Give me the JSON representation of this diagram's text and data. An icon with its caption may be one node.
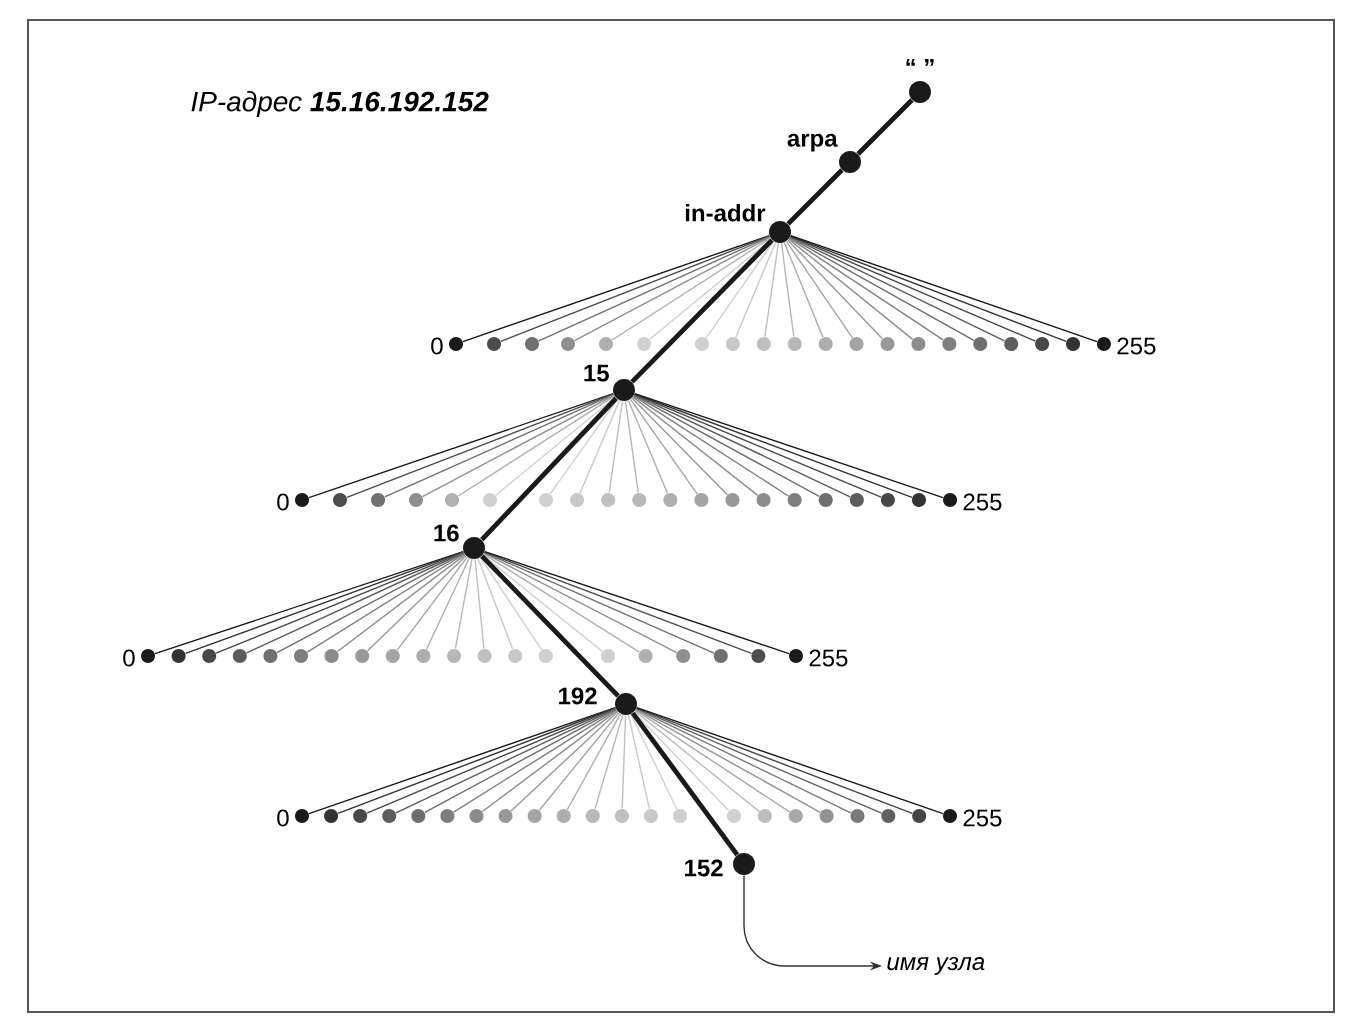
{
  "diagram": {
    "labels": [
      "IP-адрес **15.16.192.152**"
    ],
    "nodes": [
      {
        "text": [],
        "shape": "circle",
        "beside": [
          "“ ”"
        ]
      },
      {
        "text": [],
        "shape": "circle",
        "beside": [
          "arpa"
        ]
      },
      {
        "text": [],
        "shape": "circle",
        "beside": [
          "in-addr"
        ]
      },
      {
        "text": [],
        "shape": "circle",
        "beside": [
          "0"
        ]
      },
      {
        "text": [],
        "shape": "circle"
      },
      {
        "text": [],
        "shape": "circle"
      },
      {
        "text": [],
        "shape": "circle"
      },
      {
        "text": [],
        "shape": "circle"
      },
      {
        "text": [],
        "shape": "circle"
      },
      {
        "text": [],
        "shape": "circle"
      },
      {
        "text": [],
        "shape": "circle"
      },
      {
        "text": [],
        "shape": "circle"
      },
      {
        "text": [],
        "shape": "circle"
      },
      {
        "text": [],
        "shape": "circle"
      },
      {
        "text": [],
        "shape": "circle"
      },
      {
        "text": [],
        "shape": "circle"
      },
      {
        "text": [],
        "shape": "circle"
      },
      {
        "text": [],
        "shape": "circle"
      },
      {
        "text": [],
        "shape": "circle"
      },
      {
        "text": [],
        "shape": "circle"
      },
      {
        "text": [],
        "shape": "circle"
      },
      {
        "text": [],
        "shape": "circle"
      },
      {
        "text": [],
        "shape": "circle",
        "beside": [
          "255"
        ]
      },
      {
        "text": [],
        "shape": "circle",
        "beside": [
          "15"
        ]
      },
      {
        "text": [],
        "shape": "circle",
        "beside": [
          "0"
        ]
      },
      {
        "text": [],
        "shape": "circle"
      },
      {
        "text": [],
        "shape": "circle"
      },
      {
        "text": [],
        "shape": "circle"
      },
      {
        "text": [],
        "shape": "circle"
      },
      {
        "text": [],
        "shape": "circle"
      },
      {
        "text": [],
        "shape": "circle"
      },
      {
        "text": [],
        "shape": "circle"
      },
      {
        "text": [],
        "shape": "circle"
      },
      {
        "text": [],
        "shape": "circle"
      },
      {
        "text": [],
        "shape": "circle"
      },
      {
        "text": [],
        "shape": "circle"
      },
      {
        "text": [],
        "shape": "circle"
      },
      {
        "text": [],
        "shape": "circle"
      },
      {
        "text": [],
        "shape": "circle"
      },
      {
        "text": [],
        "shape": "circle"
      },
      {
        "text": [],
        "shape": "circle"
      },
      {
        "text": [],
        "shape": "circle"
      },
      {
        "text": [],
        "shape": "circle"
      },
      {
        "text": [],
        "shape": "circle",
        "beside": [
          "255"
        ]
      },
      {
        "text": [],
        "shape": "circle",
        "beside": [
          "16"
        ]
      },
      {
        "text": [],
        "shape": "circle",
        "beside": [
          "0"
        ]
      },
      {
        "text": [],
        "shape": "circle"
      },
      {
        "text": [],
        "shape": "circle"
      },
      {
        "text": [],
        "shape": "circle"
      },
      {
        "text": [],
        "shape": "circle"
      },
      {
        "text": [],
        "shape": "circle"
      },
      {
        "text": [],
        "shape": "circle"
      },
      {
        "text": [],
        "shape": "circle"
      },
      {
        "text": [],
        "shape": "circle"
      },
      {
        "text": [],
        "shape": "circle"
      },
      {
        "text": [],
        "shape": "circle"
      },
      {
        "text": [],
        "shape": "circle"
      },
      {
        "text": [],
        "shape": "circle"
      },
      {
        "text": [],
        "shape": "circle"
      },
      {
        "text": [],
        "shape": "circle"
      },
      {
        "text": [],
        "shape": "circle"
      },
      {
        "text": [],
        "shape": "circle"
      },
      {
        "text": [],
        "shape": "circle"
      },
      {
        "text": [],
        "shape": "circle"
      },
      {
        "text": [],
        "shape": "circle",
        "beside": [
          "255"
        ]
      },
      {
        "text": [],
        "shape": "circle",
        "beside": [
          "192"
        ]
      },
      {
        "text": [],
        "shape": "circle",
        "beside": [
          "0"
        ]
      },
      {
        "text": [],
        "shape": "circle"
      },
      {
        "text": [],
        "shape": "circle"
      },
      {
        "text": [],
        "shape": "circle"
      },
      {
        "text": [],
        "shape": "circle"
      },
      {
        "text": [],
        "shape": "circle"
      },
      {
        "text": [],
        "shape": "circle"
      },
      {
        "text": [],
        "shape": "circle"
      },
      {
        "text": [],
        "shape": "circle"
      },
      {
        "text": [],
        "shape": "circle"
      },
      {
        "text": [],
        "shape": "circle"
      },
      {
        "text": [],
        "shape": "circle"
      },
      {
        "text": [],
        "shape": "circle"
      },
      {
        "text": [],
        "shape": "circle"
      },
      {
        "text": [],
        "shape": "circle"
      },
      {
        "text": [],
        "shape": "circle"
      },
      {
        "text": [],
        "shape": "circle"
      },
      {
        "text": [],
        "shape": "circle"
      },
      {
        "text": [],
        "shape": "circle"
      },
      {
        "text": [],
        "shape": "circle"
      },
      {
        "text": [],
        "shape": "circle"
      },
      {
        "text": [],
        "shape": "circle",
        "beside": [
          "255"
        ]
      },
      {
        "text": [],
        "shape": "circle",
        "beside": [
          "152"
        ]
      },
      {
        "text": [
          "имя узла"
        ]
      }
    ],
    "edges": [
      {
        "from": 0,
        "to": 1,
        "arrow": "none",
        "style": "thick"
      },
      {
        "from": 1,
        "to": 2,
        "arrow": "none",
        "style": "thick"
      },
      {
        "from": 2,
        "to": 3,
        "arrow": "none",
        "color": "#1a1a1a"
      },
      {
        "from": 2,
        "to": 4,
        "arrow": "none",
        "color": "#4d4d4d"
      },
      {
        "from": 2,
        "to": 5,
        "arrow": "none",
        "color": "#707070"
      },
      {
        "from": 2,
        "to": 6,
        "arrow": "none",
        "color": "#8f8f8f"
      },
      {
        "from": 2,
        "to": 7,
        "arrow": "none",
        "color": "#b0b0b0"
      },
      {
        "from": 2,
        "to": 8,
        "arrow": "none",
        "color": "#d0d0d0"
      },
      {
        "from": 2,
        "to": 9,
        "arrow": "none",
        "color": "#d0d0d0"
      },
      {
        "from": 2,
        "to": 10,
        "arrow": "none",
        "color": "#c8c8c8"
      },
      {
        "from": 2,
        "to": 11,
        "arrow": "none",
        "color": "#c0c0c0"
      },
      {
        "from": 2,
        "to": 12,
        "arrow": "none",
        "color": "#b8b8b8"
      },
      {
        "from": 2,
        "to": 13,
        "arrow": "none",
        "color": "#aeaeae"
      },
      {
        "from": 2,
        "to": 14,
        "arrow": "none",
        "color": "#a4a4a4"
      },
      {
        "from": 2,
        "to": 15,
        "arrow": "none",
        "color": "#999999"
      },
      {
        "from": 2,
        "to": 16,
        "arrow": "none",
        "color": "#8c8c8c"
      },
      {
        "from": 2,
        "to": 17,
        "arrow": "none",
        "color": "#7e7e7e"
      },
      {
        "from": 2,
        "to": 18,
        "arrow": "none",
        "color": "#6e6e6e"
      },
      {
        "from": 2,
        "to": 19,
        "arrow": "none",
        "color": "#5c5c5c"
      },
      {
        "from": 2,
        "to": 20,
        "arrow": "none",
        "color": "#484848"
      },
      {
        "from": 2,
        "to": 21,
        "arrow": "none",
        "color": "#333333"
      },
      {
        "from": 2,
        "to": 22,
        "arrow": "none",
        "color": "#1a1a1a"
      },
      {
        "from": 2,
        "to": 23,
        "arrow": "none",
        "style": "thick"
      },
      {
        "from": 23,
        "to": 24,
        "arrow": "none",
        "color": "#1a1a1a"
      },
      {
        "from": 23,
        "to": 25,
        "arrow": "none",
        "color": "#4d4d4d"
      },
      {
        "from": 23,
        "to": 26,
        "arrow": "none",
        "color": "#707070"
      },
      {
        "from": 23,
        "to": 27,
        "arrow": "none",
        "color": "#8f8f8f"
      },
      {
        "from": 23,
        "to": 28,
        "arrow": "none",
        "color": "#b0b0b0"
      },
      {
        "from": 23,
        "to": 29,
        "arrow": "none",
        "color": "#d0d0d0"
      },
      {
        "from": 23,
        "to": 30,
        "arrow": "none",
        "color": "#d0d0d0"
      },
      {
        "from": 23,
        "to": 31,
        "arrow": "none",
        "color": "#c8c8c8"
      },
      {
        "from": 23,
        "to": 32,
        "arrow": "none",
        "color": "#c0c0c0"
      },
      {
        "from": 23,
        "to": 33,
        "arrow": "none",
        "color": "#b8b8b8"
      },
      {
        "from": 23,
        "to": 34,
        "arrow": "none",
        "color": "#aeaeae"
      },
      {
        "from": 23,
        "to": 35,
        "arrow": "none",
        "color": "#a4a4a4"
      },
      {
        "from": 23,
        "to": 36,
        "arrow": "none",
        "color": "#999999"
      },
      {
        "from": 23,
        "to": 37,
        "arrow": "none",
        "color": "#8c8c8c"
      },
      {
        "from": 23,
        "to": 38,
        "arrow": "none",
        "color": "#7e7e7e"
      },
      {
        "from": 23,
        "to": 39,
        "arrow": "none",
        "color": "#6e6e6e"
      },
      {
        "from": 23,
        "to": 40,
        "arrow": "none",
        "color": "#5c5c5c"
      },
      {
        "from": 23,
        "to": 41,
        "arrow": "none",
        "color": "#484848"
      },
      {
        "from": 23,
        "to": 42,
        "arrow": "none",
        "color": "#333333"
      },
      {
        "from": 23,
        "to": 43,
        "arrow": "none",
        "color": "#1a1a1a"
      },
      {
        "from": 23,
        "to": 44,
        "arrow": "none",
        "style": "thick"
      },
      {
        "from": 44,
        "to": 45,
        "arrow": "none",
        "color": "#1a1a1a"
      },
      {
        "from": 44,
        "to": 46,
        "arrow": "none",
        "color": "#333333"
      },
      {
        "from": 44,
        "to": 47,
        "arrow": "none",
        "color": "#484848"
      },
      {
        "from": 44,
        "to": 48,
        "arrow": "none",
        "color": "#5c5c5c"
      },
      {
        "from": 44,
        "to": 49,
        "arrow": "none",
        "color": "#6e6e6e"
      },
      {
        "from": 44,
        "to": 50,
        "arrow": "none",
        "color": "#7e7e7e"
      },
      {
        "from": 44,
        "to": 51,
        "arrow": "none",
        "color": "#8c8c8c"
      },
      {
        "from": 44,
        "to": 52,
        "arrow": "none",
        "color": "#999999"
      },
      {
        "from": 44,
        "to": 53,
        "arrow": "none",
        "color": "#a4a4a4"
      },
      {
        "from": 44,
        "to": 54,
        "arrow": "none",
        "color": "#aeaeae"
      },
      {
        "from": 44,
        "to": 55,
        "arrow": "none",
        "color": "#b8b8b8"
      },
      {
        "from": 44,
        "to": 56,
        "arrow": "none",
        "color": "#c0c0c0"
      },
      {
        "from": 44,
        "to": 57,
        "arrow": "none",
        "color": "#c8c8c8"
      },
      {
        "from": 44,
        "to": 58,
        "arrow": "none",
        "color": "#d0d0d0"
      },
      {
        "from": 44,
        "to": 59,
        "arrow": "none",
        "color": "#d0d0d0"
      },
      {
        "from": 44,
        "to": 60,
        "arrow": "none",
        "color": "#b0b0b0"
      },
      {
        "from": 44,
        "to": 61,
        "arrow": "none",
        "color": "#8f8f8f"
      },
      {
        "from": 44,
        "to": 62,
        "arrow": "none",
        "color": "#707070"
      },
      {
        "from": 44,
        "to": 63,
        "arrow": "none",
        "color": "#4d4d4d"
      },
      {
        "from": 44,
        "to": 64,
        "arrow": "none",
        "color": "#1a1a1a"
      },
      {
        "from": 44,
        "to": 65,
        "arrow": "none",
        "style": "thick"
      },
      {
        "from": 65,
        "to": 66,
        "arrow": "none",
        "color": "#1a1a1a"
      },
      {
        "from": 65,
        "to": 67,
        "arrow": "none",
        "color": "#333333"
      },
      {
        "from": 65,
        "to": 68,
        "arrow": "none",
        "color": "#484848"
      },
      {
        "from": 65,
        "to": 69,
        "arrow": "none",
        "color": "#5c5c5c"
      },
      {
        "from": 65,
        "to": 70,
        "arrow": "none",
        "color": "#6e6e6e"
      },
      {
        "from": 65,
        "to": 71,
        "arrow": "none",
        "color": "#7e7e7e"
      },
      {
        "from": 65,
        "to": 72,
        "arrow": "none",
        "color": "#8c8c8c"
      },
      {
        "from": 65,
        "to": 73,
        "arrow": "none",
        "color": "#999999"
      },
      {
        "from": 65,
        "to": 74,
        "arrow": "none",
        "color": "#a4a4a4"
      },
      {
        "from": 65,
        "to": 75,
        "arrow": "none",
        "color": "#aeaeae"
      },
      {
        "from": 65,
        "to": 76,
        "arrow": "none",
        "color": "#b8b8b8"
      },
      {
        "from": 65,
        "to": 77,
        "arrow": "none",
        "color": "#c0c0c0"
      },
      {
        "from": 65,
        "to": 78,
        "arrow": "none",
        "color": "#c8c8c8"
      },
      {
        "from": 65,
        "to": 79,
        "arrow": "none",
        "color": "#d0d0d0"
      },
      {
        "from": 65,
        "to": 80,
        "arrow": "none",
        "color": "#d0d0d0"
      },
      {
        "from": 65,
        "to": 81,
        "arrow": "none",
        "color": "#bdbdbd"
      },
      {
        "from": 65,
        "to": 82,
        "arrow": "none",
        "color": "#a8a8a8"
      },
      {
        "from": 65,
        "to": 83,
        "arrow": "none",
        "color": "#929292"
      },
      {
        "from": 65,
        "to": 84,
        "arrow": "none",
        "color": "#7a7a7a"
      },
      {
        "from": 65,
        "to": 85,
        "arrow": "none",
        "color": "#606060"
      },
      {
        "from": 65,
        "to": 86,
        "arrow": "none",
        "color": "#444444"
      },
      {
        "from": 65,
        "to": 87,
        "arrow": "none",
        "color": "#1a1a1a"
      },
      {
        "from": 65,
        "to": 88,
        "arrow": "none",
        "style": "thick"
      },
      {
        "from": 88,
        "to": 89,
        "arrow": "to",
        "color": "#333333"
      }
    ]
  }
}
